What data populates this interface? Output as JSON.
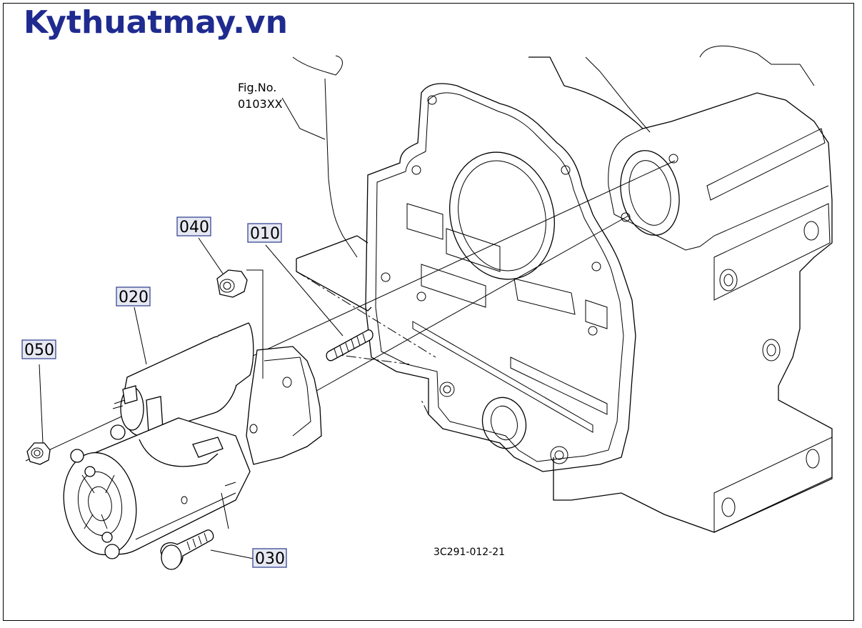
{
  "watermark": "Kythuatmay.vn",
  "figure": {
    "ref_label": "Fig.No.",
    "ref_number": "0103XX",
    "drawing_code": "3C291-012-21"
  },
  "parts": [
    {
      "number": "010",
      "name": "stud"
    },
    {
      "number": "020",
      "name": "starter-motor"
    },
    {
      "number": "030",
      "name": "bolt"
    },
    {
      "number": "040",
      "name": "nut"
    },
    {
      "number": "050",
      "name": "nut"
    }
  ]
}
